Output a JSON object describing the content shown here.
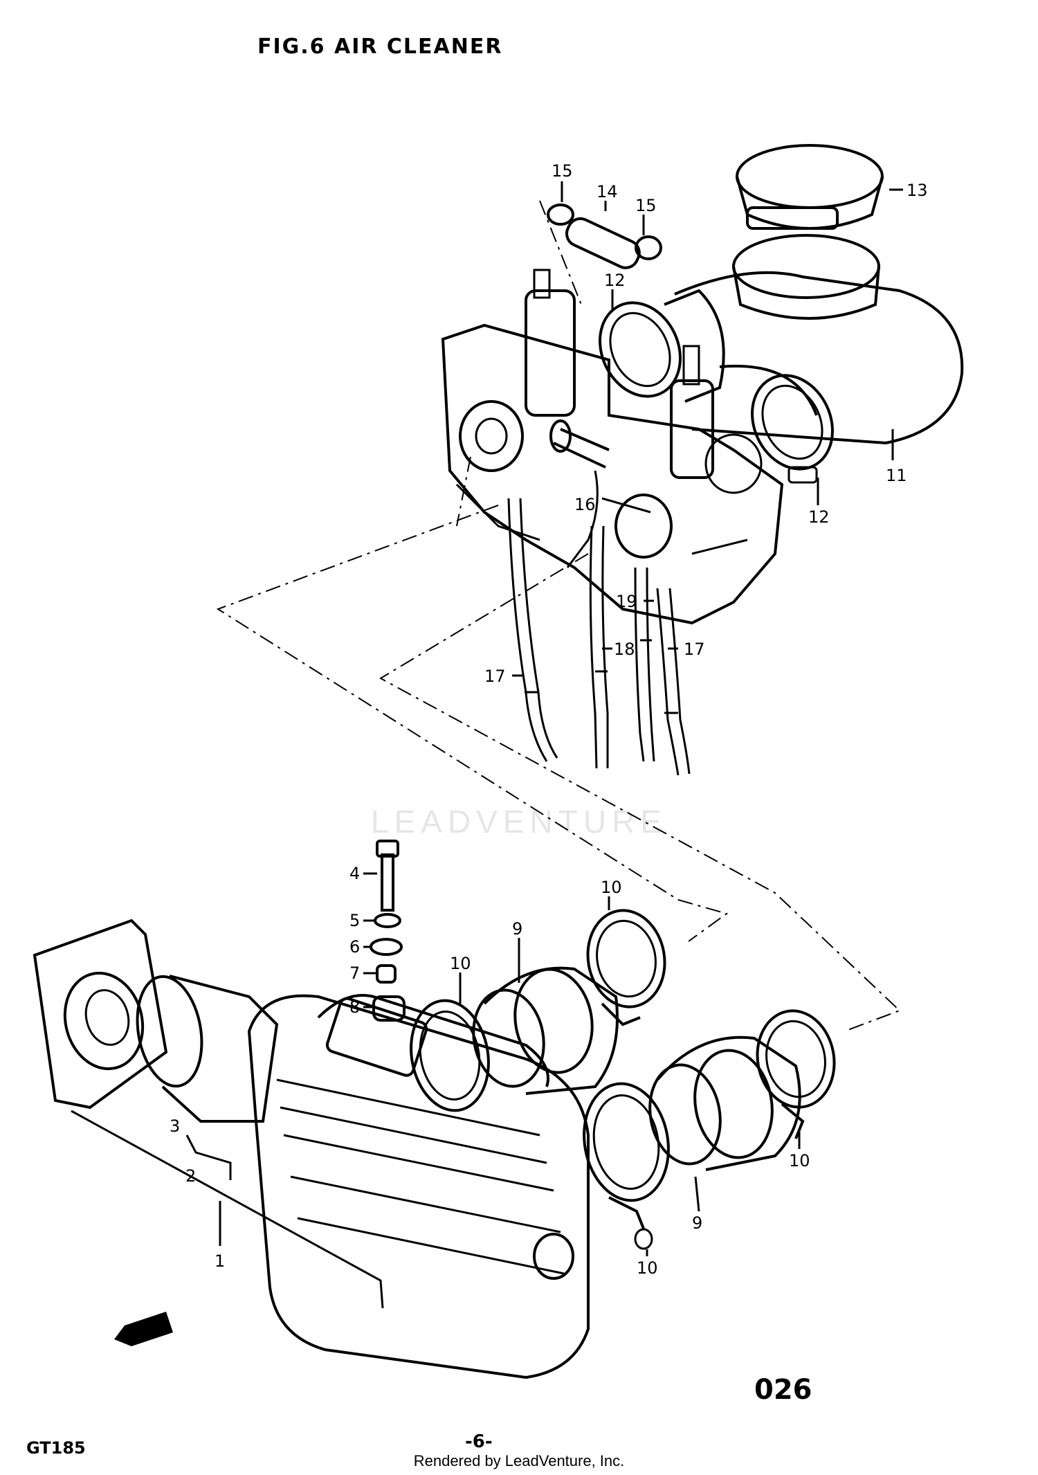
{
  "title": "FIG.6  AIR CLEANER",
  "figure_number": "026",
  "model": "GT185",
  "page_number": "-6-",
  "footer": "Rendered by LeadVenture, Inc.",
  "watermark": "LEADVENTURE",
  "callouts": {
    "c1": "1",
    "c2": "2",
    "c3": "3",
    "c4": "4",
    "c5": "5",
    "c6": "6",
    "c7": "7",
    "c8": "8",
    "c9a": "9",
    "c9b": "9",
    "c10a": "10",
    "c10b": "10",
    "c10c": "10",
    "c10d": "10",
    "c11": "11",
    "c12a": "12",
    "c12b": "12",
    "c13": "13",
    "c14": "14",
    "c15a": "15",
    "c15b": "15",
    "c16": "16",
    "c17a": "17",
    "c17b": "17",
    "c18": "18",
    "c19": "19"
  }
}
